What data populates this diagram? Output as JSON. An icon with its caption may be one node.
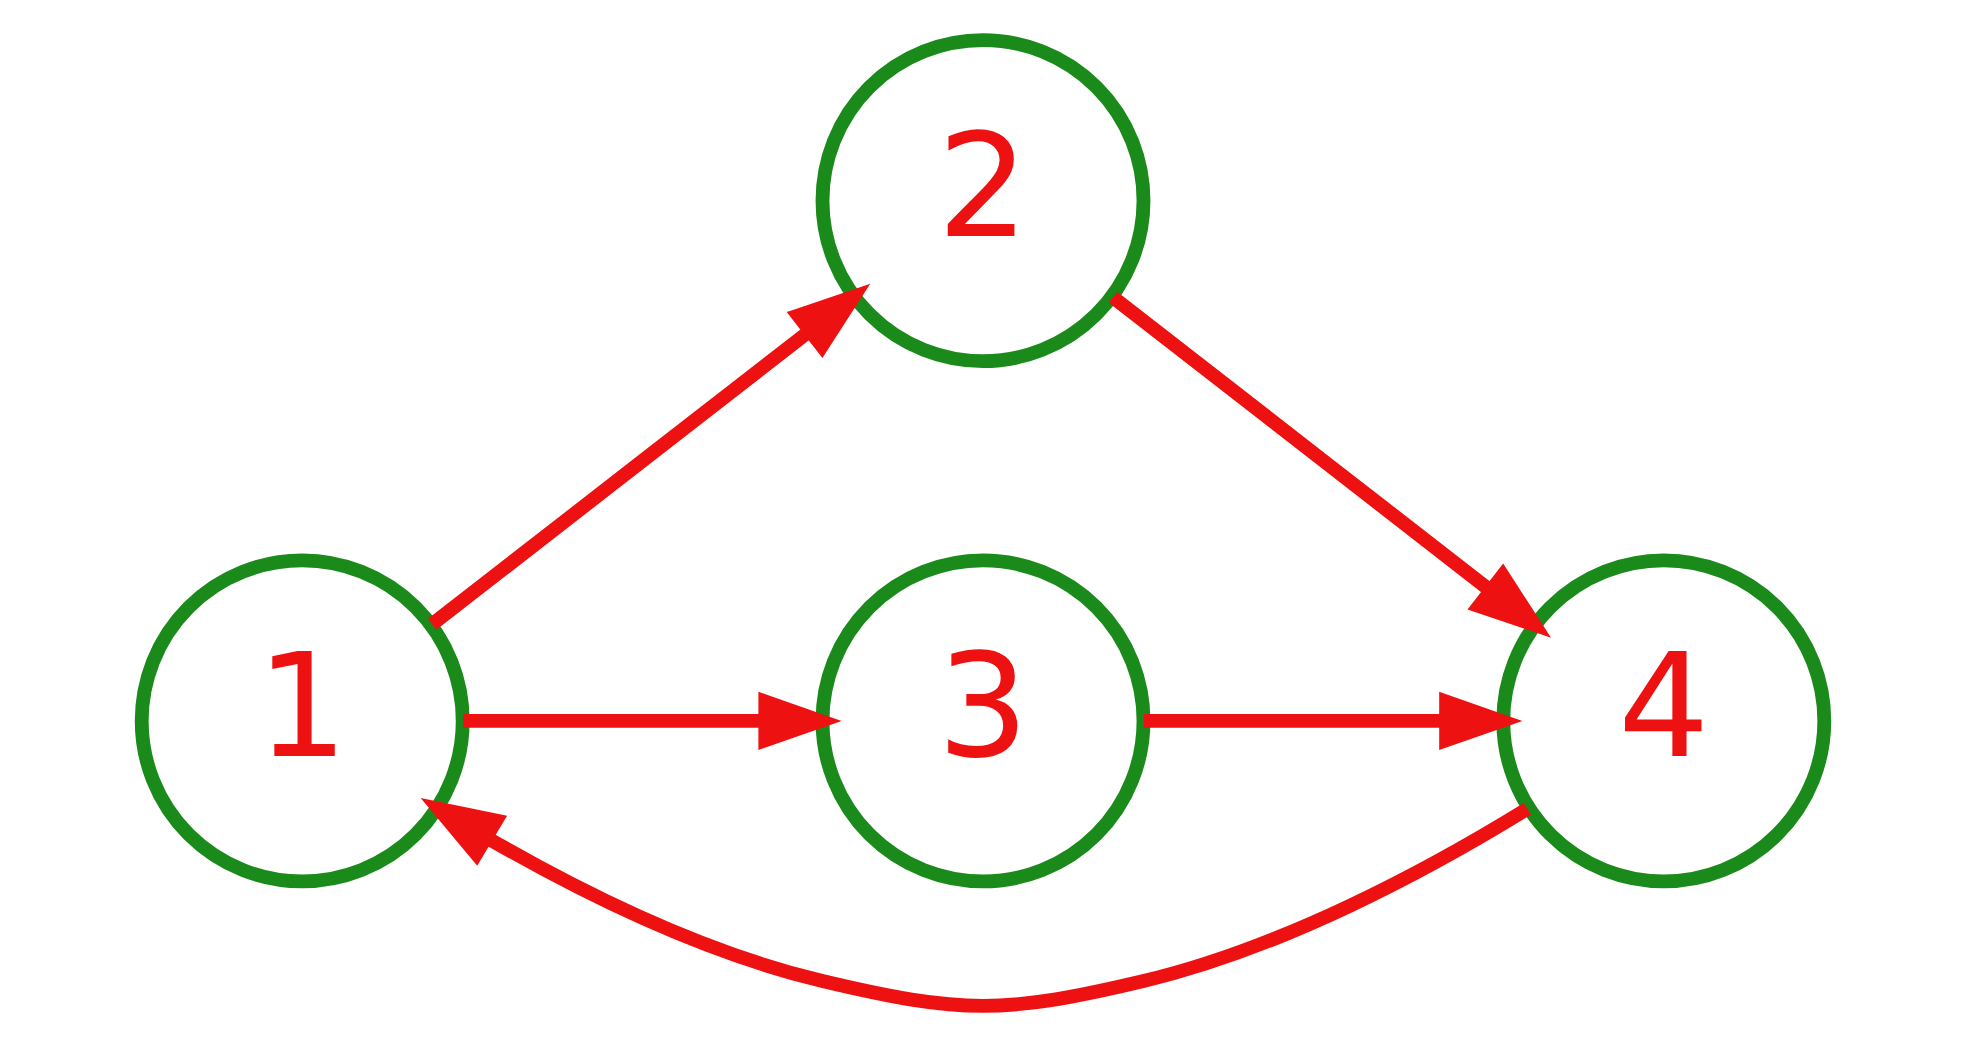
{
  "diagram": {
    "nodes": [
      {
        "text": [
          "1"
        ]
      },
      {
        "text": [
          "2"
        ]
      },
      {
        "text": [
          "3"
        ]
      },
      {
        "text": [
          "4"
        ]
      }
    ],
    "edges": [
      {
        "from": 0,
        "to": 1,
        "arrow": "to"
      },
      {
        "from": 0,
        "to": 2,
        "arrow": "to"
      },
      {
        "from": 1,
        "to": 3,
        "arrow": "to"
      },
      {
        "from": 2,
        "to": 3,
        "arrow": "to"
      },
      {
        "from": 3,
        "to": 0,
        "arrow": "to"
      }
    ]
  }
}
